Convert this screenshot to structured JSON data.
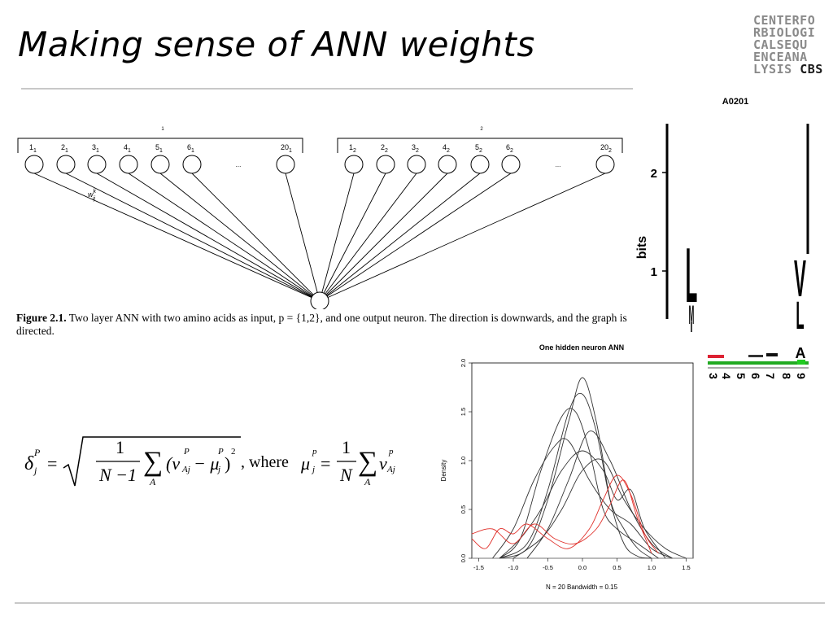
{
  "slide": {
    "title": "Making sense of ANN weights"
  },
  "logo": {
    "lines": [
      "CENTERFO",
      "RBIOLOGI",
      "CALSEQU",
      "ENCEANA"
    ],
    "last_line_prefix": "LYSIS ",
    "last_line_suffix": "CBS"
  },
  "ann_figure": {
    "group1_inputs": [
      "1",
      "2",
      "3",
      "4",
      "5",
      "6",
      "20"
    ],
    "group1_subscript": "1",
    "group2_inputs": [
      "1",
      "2",
      "3",
      "4",
      "5",
      "6",
      "20"
    ],
    "group2_subscript": "2",
    "ellipsis": "...",
    "group1_bracket_label": "1",
    "group2_bracket_label": "2",
    "weight_label": "w",
    "weight_sup": "k",
    "weight_sub": "ij",
    "caption_label": "Figure 2.1.",
    "caption_text": " Two layer ANN with two amino acids as input, p = {1,2}, and one output neuron. The direction is downwards, and the graph is directed."
  },
  "formula": {
    "delta": "δ",
    "sub_j": "j",
    "sup_p": "P",
    "equals": "=",
    "one": "1",
    "n_minus_1": "N −1",
    "sum": "∑",
    "sum_index": "A",
    "term": "(v",
    "term_sup": "P",
    "term_sub": "Aj",
    "minus": " − μ",
    "mu_sup": "P",
    "mu_sub": "j",
    "term_close": ")",
    "square": "2",
    "where": ", where",
    "mu": "μ",
    "mu2_sup": "p",
    "mu2_sub": "j",
    "n": "N",
    "v": "v",
    "v_sup": "p",
    "v_sub": "Aj"
  },
  "seq_logo": {
    "title": "A0201",
    "ylabel": "bits",
    "yticks": [
      "2",
      "1"
    ],
    "positions": [
      "3",
      "4",
      "5",
      "6",
      "7",
      "8",
      "9"
    ],
    "letters_pos1": [
      "L",
      "M"
    ],
    "letters_pos9": [
      "V",
      "L",
      "A"
    ]
  },
  "density_plot": {
    "title": "One hidden neuron ANN",
    "ylabel": "Density",
    "xlabel_note": "N = 20   Bandwidth = 0.15",
    "colors": {
      "black": "#333333",
      "red": "#e0302a"
    }
  },
  "chart_data": {
    "type": "line",
    "title": "One hidden neuron ANN",
    "xlabel": "N = 20   Bandwidth = 0.15",
    "ylabel": "Density",
    "xlim": [
      -1.6,
      1.6
    ],
    "ylim": [
      0,
      2.0
    ],
    "xticks": [
      "-1.5",
      "-1.0",
      "-0.5",
      "0.0",
      "0.5",
      "1.0",
      "1.5"
    ],
    "yticks": [
      "0.0",
      "0.5",
      "1.0",
      "1.5",
      "2.0"
    ],
    "series": [
      {
        "color": "black",
        "x": [
          -1.2,
          -0.8,
          -0.5,
          -0.2,
          0.0,
          0.2,
          0.4,
          0.6,
          0.8,
          1.0
        ],
        "y": [
          0.0,
          0.1,
          0.6,
          1.4,
          1.85,
          1.4,
          0.6,
          0.15,
          0.02,
          0.0
        ]
      },
      {
        "color": "black",
        "x": [
          -1.2,
          -0.8,
          -0.5,
          -0.2,
          0.0,
          0.2,
          0.4,
          0.6,
          0.8,
          1.0
        ],
        "y": [
          0.0,
          0.15,
          0.7,
          1.5,
          1.68,
          1.3,
          0.6,
          0.3,
          0.1,
          0.0
        ]
      },
      {
        "color": "black",
        "x": [
          -1.2,
          -0.9,
          -0.6,
          -0.3,
          -0.1,
          0.1,
          0.3,
          0.5,
          0.8,
          1.1
        ],
        "y": [
          0.0,
          0.2,
          0.9,
          1.45,
          1.5,
          1.1,
          0.5,
          0.3,
          0.15,
          0.0
        ]
      },
      {
        "color": "black",
        "x": [
          -1.3,
          -1.0,
          -0.7,
          -0.4,
          -0.2,
          0.1,
          0.4,
          0.7,
          1.0,
          1.3
        ],
        "y": [
          0.0,
          0.3,
          0.8,
          1.15,
          1.2,
          0.8,
          0.5,
          0.35,
          0.1,
          0.0
        ]
      },
      {
        "color": "black",
        "x": [
          -1.2,
          -0.9,
          -0.6,
          -0.3,
          0.0,
          0.3,
          0.5,
          0.7,
          0.9,
          1.2
        ],
        "y": [
          0.0,
          0.2,
          0.5,
          0.9,
          1.1,
          0.9,
          0.6,
          0.7,
          0.3,
          0.0
        ]
      },
      {
        "color": "black",
        "x": [
          -1.0,
          -0.6,
          -0.3,
          0.0,
          0.3,
          0.6,
          0.9,
          1.2,
          1.5
        ],
        "y": [
          0.0,
          0.2,
          0.5,
          0.9,
          1.0,
          0.6,
          0.3,
          0.1,
          0.0
        ]
      },
      {
        "color": "black",
        "x": [
          -0.8,
          -0.5,
          -0.2,
          0.1,
          0.4,
          0.7,
          1.0,
          1.3
        ],
        "y": [
          0.0,
          0.3,
          0.8,
          1.3,
          1.0,
          0.5,
          0.15,
          0.0
        ]
      },
      {
        "color": "red",
        "x": [
          -1.6,
          -1.4,
          -1.2,
          -1.0,
          -0.8,
          -0.5,
          -0.2,
          0.1,
          0.3,
          0.5,
          0.7,
          0.9,
          1.1
        ],
        "y": [
          0.2,
          0.1,
          0.3,
          0.25,
          0.35,
          0.2,
          0.1,
          0.3,
          0.6,
          0.85,
          0.65,
          0.25,
          0.05
        ]
      },
      {
        "color": "red",
        "x": [
          -1.6,
          -1.3,
          -1.0,
          -0.7,
          -0.4,
          -0.1,
          0.2,
          0.4,
          0.6,
          0.8,
          1.0
        ],
        "y": [
          0.25,
          0.3,
          0.15,
          0.35,
          0.2,
          0.15,
          0.3,
          0.55,
          0.8,
          0.4,
          0.05
        ]
      }
    ]
  }
}
